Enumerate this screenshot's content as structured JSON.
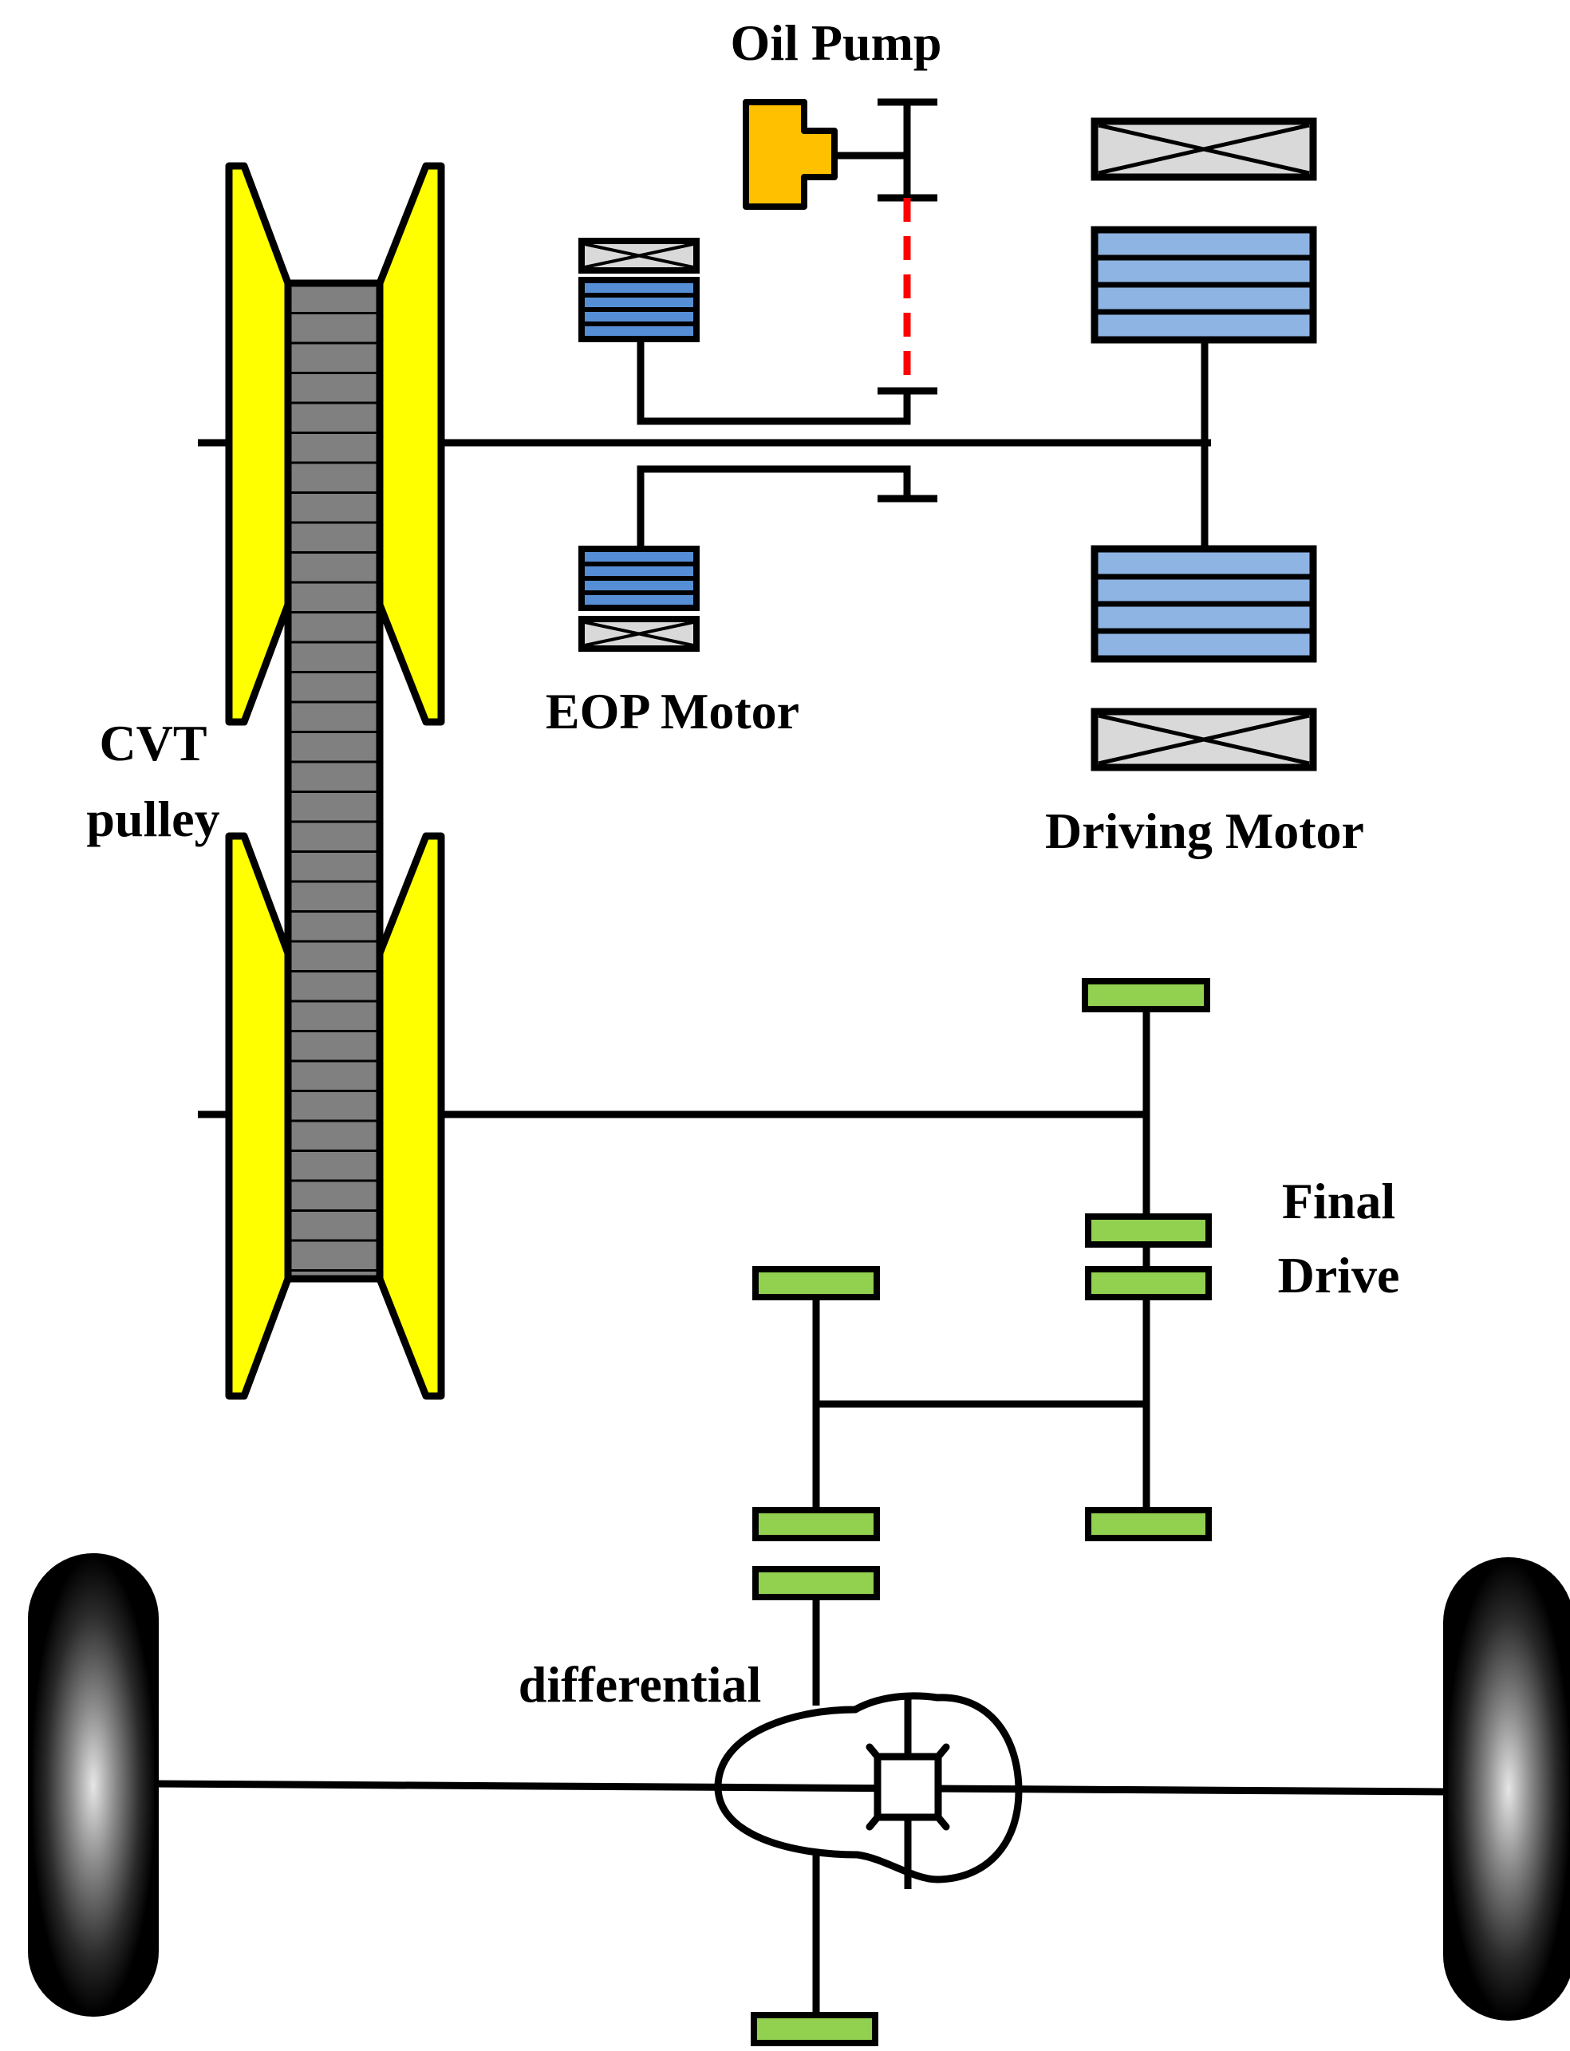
{
  "labels": {
    "oil_pump": "Oil Pump",
    "eop_motor": "EOP Motor",
    "cvt_line1": "CVT",
    "cvt_line2": "pulley",
    "driving_motor": "Driving Motor",
    "final_drive_line1": "Final",
    "final_drive_line2": "Drive",
    "differential": "differential"
  },
  "colors": {
    "pulley": "#FFFF00",
    "belt": "#808080",
    "oil_pump": "#FFC000",
    "motor_winding": "#8EB4E3",
    "eop_winding": "#558ED5",
    "bearing": "#D9D9D9",
    "gear": "#92D050",
    "oil_path": "#FF0000",
    "line": "#000000"
  }
}
